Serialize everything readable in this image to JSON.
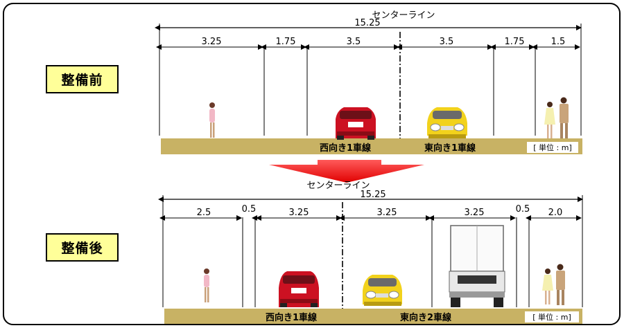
{
  "before": {
    "label": "整備前",
    "centerline_label": "センターライン",
    "total_width": "15.25",
    "segments": [
      "3.25",
      "1.75",
      "3.5",
      "3.5",
      "1.75",
      "1.5"
    ],
    "lane_west": "西向き1車線",
    "lane_east": "東向き1車線",
    "unit": "[ 単位 : m]"
  },
  "after": {
    "label": "整備後",
    "centerline_label": "センターライン",
    "total_width": "15.25",
    "segments": [
      "2.5",
      "0.5",
      "3.25",
      "3.25",
      "3.25",
      "0.5",
      "2.0"
    ],
    "lane_west": "西向き1車線",
    "lane_east": "東向き2車線",
    "unit": "[ 単位 : m]"
  },
  "colors": {
    "road": "#c8b264",
    "label_bg": "#ffff99",
    "car_red": "#cc1122",
    "car_yellow": "#f2d21c",
    "arrow_red": "#ff0000"
  }
}
